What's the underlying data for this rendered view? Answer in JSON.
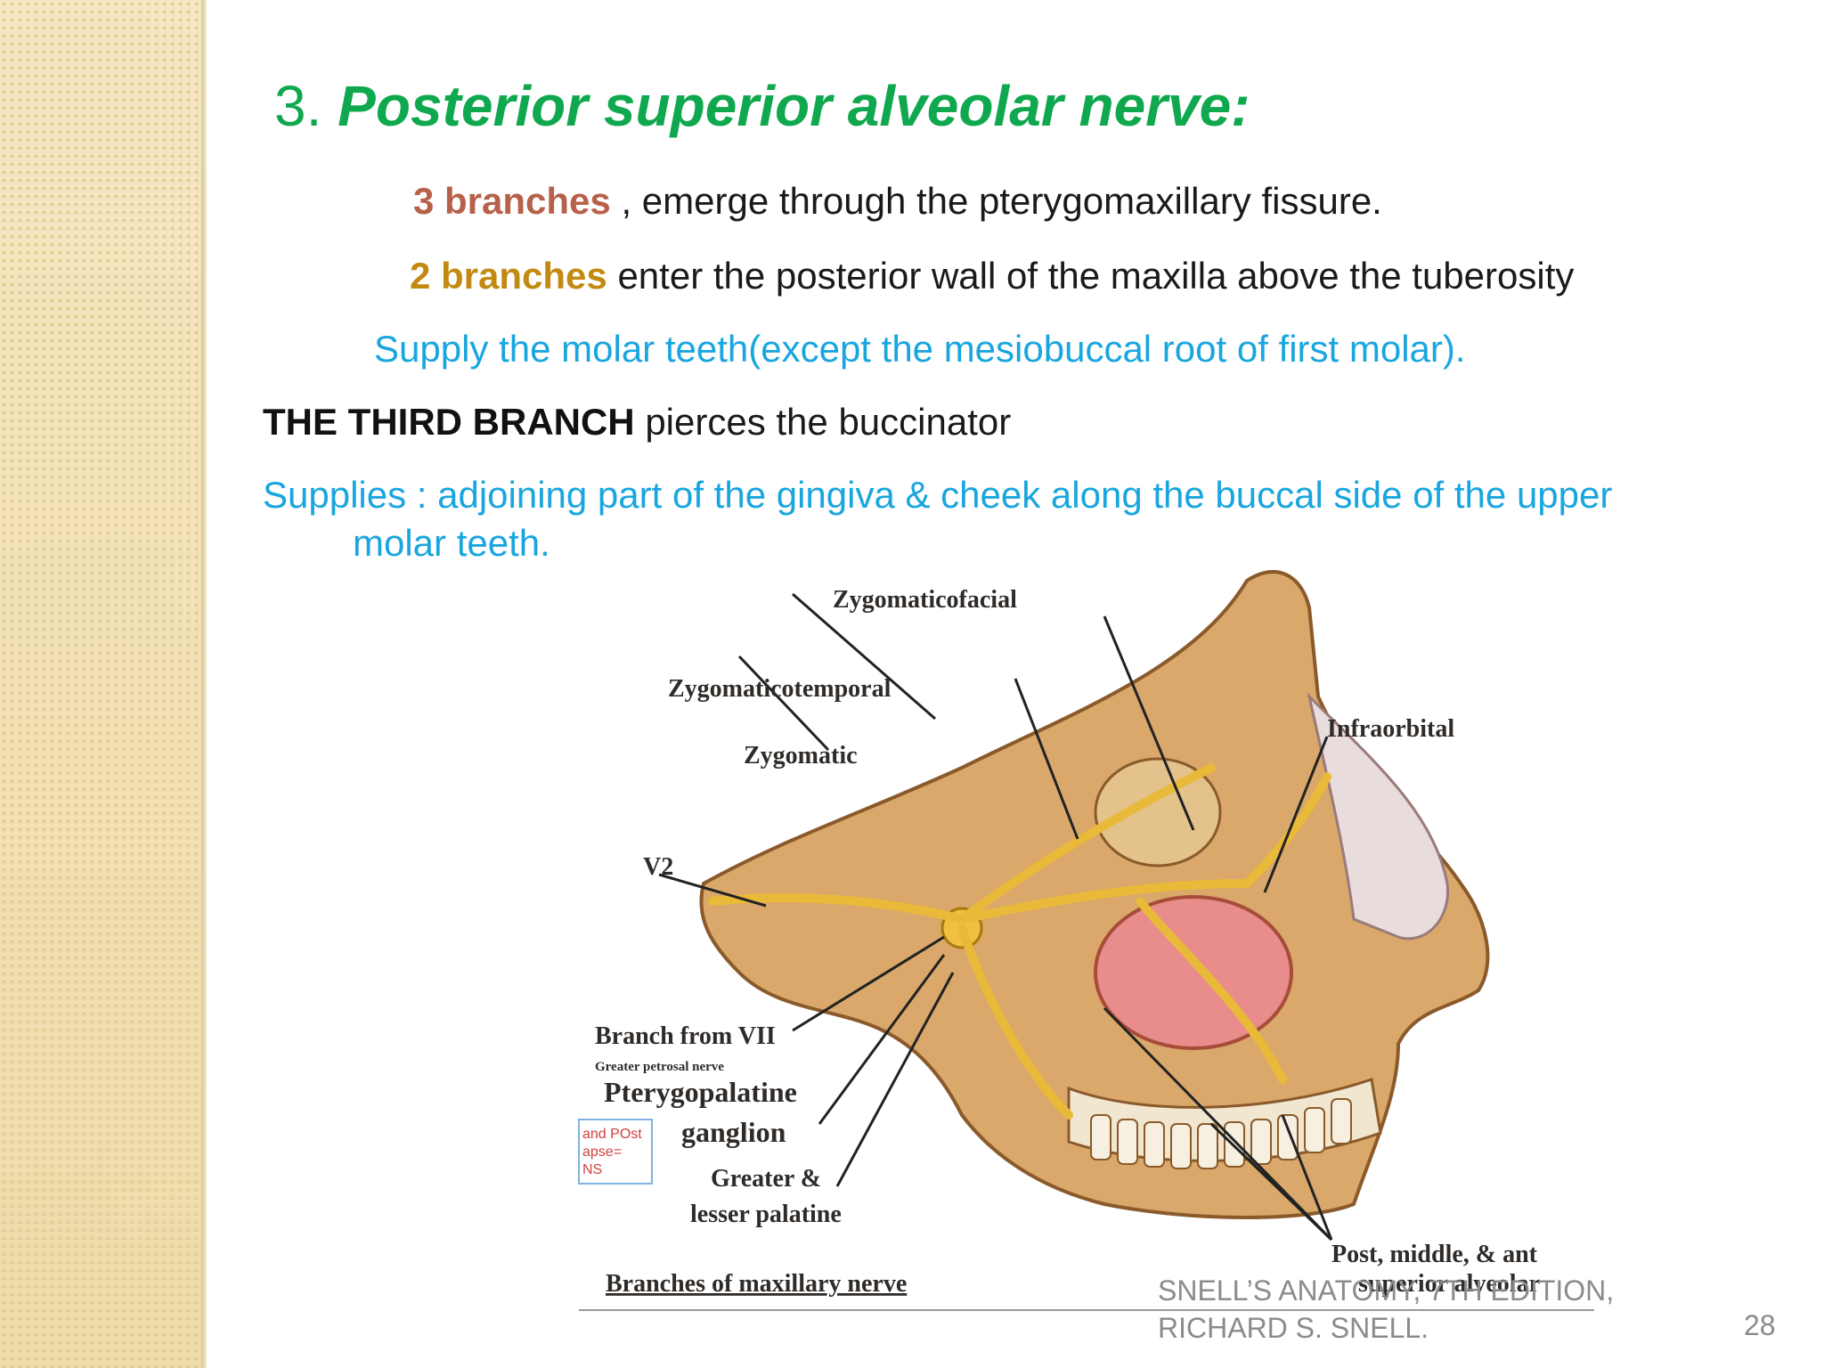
{
  "slide": {
    "title_number": "3.",
    "title_text": "Posterior superior alveolar nerve:",
    "line1_highlight": "3 branches",
    "line1_rest": " , emerge through the pterygomaxillary fissure.",
    "line2_highlight": "2 branches",
    "line2_rest": " enter the posterior wall of the maxilla above the tuberosity",
    "line3": "Supply the molar teeth(except the mesiobuccal root of first molar).",
    "line4_bold": "THE THIRD BRANCH",
    "line4_rest": " pierces the buccinator",
    "line5": "Supplies : adjoining part of the gingiva & cheek along the buccal side of the upper",
    "line6": "molar teeth.",
    "page_number": "28"
  },
  "figure": {
    "labels": {
      "zygomaticofacial": "Zygomaticofacial",
      "zygomaticotemporal": "Zygomaticotemporal",
      "zygomatic": "Zygomatic",
      "infraorbital": "Infraorbital",
      "v2": "V2",
      "branch_from_vii": "Branch from VII",
      "greater_petrosal": "Greater petrosal nerve",
      "pterygopalatine": "Pterygopalatine",
      "ganglion": "ganglion",
      "greater_lesser_1": "Greater &",
      "greater_lesser_2": "lesser palatine",
      "post_middle_ant_1": "Post, middle, & ant",
      "post_middle_ant_2": "superior alveolar",
      "caption": "Branches of maxillary nerve",
      "note_1": "and POst",
      "note_2": "apse=",
      "note_3": "NS"
    },
    "colors": {
      "bone": "#d9a86a",
      "nerve": "#e9b93a",
      "sinus": "#e88c8c"
    }
  },
  "citation": {
    "line1": "SNELL’S ANATOMY, 7TH EDITION,",
    "line2": "RICHARD S. SNELL."
  }
}
